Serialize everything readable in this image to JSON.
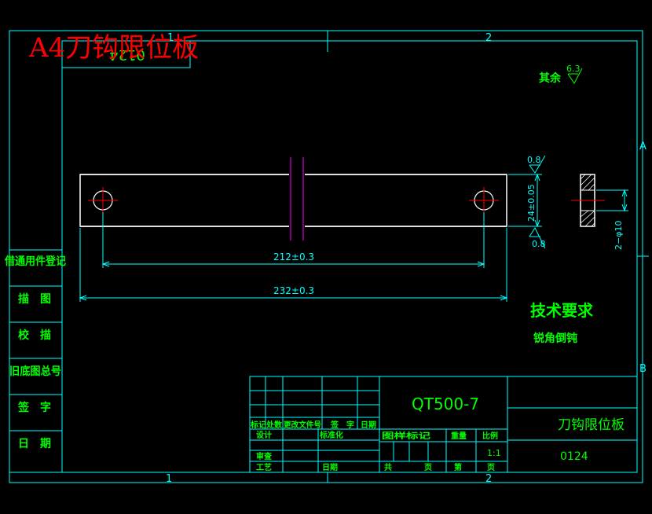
{
  "title_overlay": "A4刀钩限位板",
  "drawing_number_stamp": "0124",
  "zone_labels": {
    "col1_top": "1",
    "col2_top": "2",
    "col1_bottom": "1",
    "col2_bottom": "2",
    "row_a": "A",
    "row_b": "B"
  },
  "surface_finish": {
    "rest_label": "其余",
    "rest_value": "6.3",
    "top_value": "0.8",
    "bottom_value": "0.8"
  },
  "dimensions": {
    "hole_spacing": "212±0.3",
    "overall_length": "232±0.3",
    "height": "24±0.05",
    "hole_diameter": "2−φ10"
  },
  "tech_requirements": {
    "heading": "技术要求",
    "item1": "锐角倒钝"
  },
  "left_strip": [
    "借通用件登记",
    "描　图",
    "校　描",
    "旧底图总号",
    "签　字",
    "日　期"
  ],
  "title_block": {
    "material": "QT500-7",
    "part_name": "刀钩限位板",
    "drawing_number": "0124",
    "rev_headers": [
      "标记",
      "处数",
      "更改文件号",
      "签　字",
      "日期"
    ],
    "design": "设计",
    "standardization": "标准化",
    "review": "审查",
    "process": "工艺",
    "date": "日期",
    "stage_mark": "图样标记",
    "weight": "重量",
    "scale_label": "比例",
    "scale_value": "1:1",
    "total": "共",
    "sheet": "页",
    "number": "第",
    "sheet2": "页"
  },
  "colors": {
    "frame": "#00ffff",
    "object": "#ffffff",
    "text": "#00ff00",
    "center": "#ff0000",
    "break": "#ff00ff",
    "overlay": "#ff0000"
  }
}
